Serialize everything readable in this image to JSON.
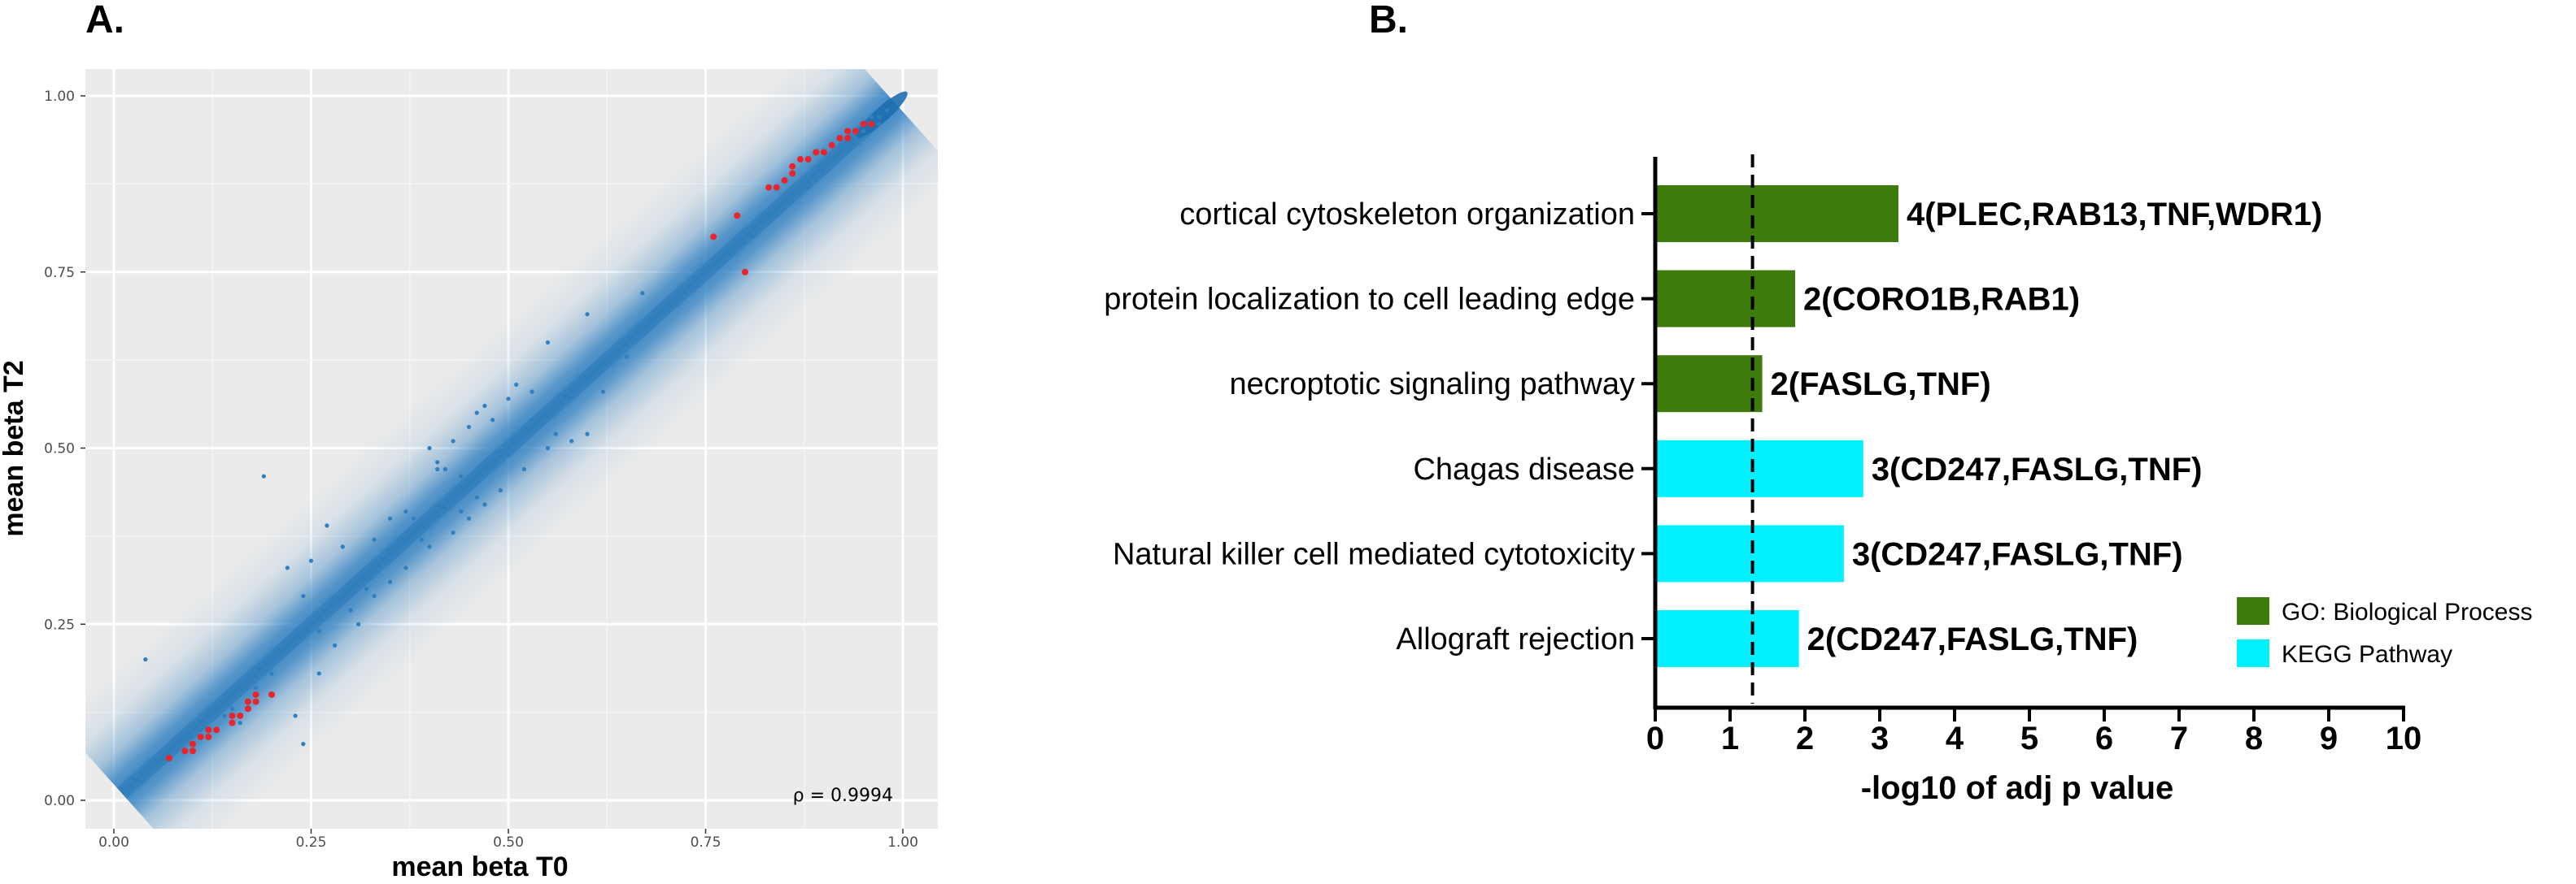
{
  "panel_a_label": "A.",
  "panel_b_label": "B.",
  "chart_data": [
    {
      "type": "scatter",
      "xlabel": "mean beta T0",
      "ylabel": "mean beta T2",
      "xlim": [
        0,
        1
      ],
      "ylim": [
        0,
        1
      ],
      "x_ticks": [
        "0.00",
        "0.25",
        "0.50",
        "0.75",
        "1.00"
      ],
      "y_ticks": [
        "0.00",
        "0.25",
        "0.50",
        "0.75",
        "1.00"
      ],
      "grid": true,
      "annotation": "ρ = 0.9994",
      "colors": {
        "density": "#2f7fc1",
        "points": "#2f7fc1",
        "highlight": "#e8252b",
        "background": "#ebebeb"
      },
      "series": [
        {
          "values": [
            [
              0.04,
              0.2
            ],
            [
              0.19,
              0.46
            ],
            [
              0.16,
              0.11
            ],
            [
              0.14,
              0.12
            ],
            [
              0.23,
              0.12
            ],
            [
              0.24,
              0.08
            ],
            [
              0.26,
              0.18
            ],
            [
              0.22,
              0.33
            ],
            [
              0.24,
              0.29
            ],
            [
              0.25,
              0.34
            ],
            [
              0.27,
              0.39
            ],
            [
              0.29,
              0.36
            ],
            [
              0.31,
              0.25
            ],
            [
              0.33,
              0.37
            ],
            [
              0.35,
              0.4
            ],
            [
              0.37,
              0.41
            ],
            [
              0.4,
              0.5
            ],
            [
              0.41,
              0.48
            ],
            [
              0.42,
              0.47
            ],
            [
              0.43,
              0.51
            ],
            [
              0.45,
              0.53
            ],
            [
              0.46,
              0.55
            ],
            [
              0.47,
              0.56
            ],
            [
              0.48,
              0.54
            ],
            [
              0.5,
              0.57
            ],
            [
              0.51,
              0.59
            ],
            [
              0.53,
              0.58
            ],
            [
              0.4,
              0.36
            ],
            [
              0.43,
              0.38
            ],
            [
              0.45,
              0.4
            ],
            [
              0.47,
              0.42
            ],
            [
              0.49,
              0.44
            ],
            [
              0.52,
              0.47
            ],
            [
              0.55,
              0.5
            ],
            [
              0.58,
              0.51
            ],
            [
              0.6,
              0.52
            ],
            [
              0.62,
              0.58
            ],
            [
              0.37,
              0.33
            ],
            [
              0.35,
              0.31
            ],
            [
              0.33,
              0.29
            ],
            [
              0.3,
              0.27
            ],
            [
              0.28,
              0.22
            ],
            [
              0.2,
              0.18
            ],
            [
              0.38,
              0.4
            ],
            [
              0.44,
              0.46
            ],
            [
              0.55,
              0.65
            ],
            [
              0.6,
              0.69
            ],
            [
              0.67,
              0.72
            ],
            [
              0.53,
              0.54
            ],
            [
              0.39,
              0.37
            ],
            [
              0.44,
              0.41
            ],
            [
              0.56,
              0.52
            ],
            [
              0.65,
              0.63
            ],
            [
              0.41,
              0.47
            ],
            [
              0.46,
              0.43
            ],
            [
              0.5,
              0.49
            ],
            [
              0.32,
              0.3
            ],
            [
              0.26,
              0.24
            ],
            [
              0.18,
              0.16
            ],
            [
              0.12,
              0.1
            ],
            [
              0.1,
              0.09
            ],
            [
              0.08,
              0.07
            ],
            [
              0.09,
              0.09
            ],
            [
              0.11,
              0.1
            ],
            [
              0.13,
              0.12
            ],
            [
              0.15,
              0.13
            ],
            [
              0.86,
              0.85
            ],
            [
              0.88,
              0.87
            ],
            [
              0.9,
              0.89
            ],
            [
              0.93,
              0.93
            ],
            [
              0.95,
              0.95
            ],
            [
              0.96,
              0.96
            ],
            [
              0.97,
              0.97
            ],
            [
              0.98,
              0.98
            ],
            [
              0.96,
              0.97
            ],
            [
              0.97,
              0.96
            ],
            [
              0.94,
              0.94
            ],
            [
              0.92,
              0.93
            ],
            [
              0.89,
              0.88
            ],
            [
              0.84,
              0.83
            ],
            [
              0.81,
              0.8
            ],
            [
              0.78,
              0.78
            ],
            [
              0.74,
              0.73
            ],
            [
              0.7,
              0.7
            ]
          ]
        },
        {
          "values": [
            [
              0.07,
              0.06
            ],
            [
              0.09,
              0.07
            ],
            [
              0.1,
              0.08
            ],
            [
              0.1,
              0.07
            ],
            [
              0.11,
              0.09
            ],
            [
              0.12,
              0.09
            ],
            [
              0.12,
              0.1
            ],
            [
              0.13,
              0.1
            ],
            [
              0.15,
              0.11
            ],
            [
              0.15,
              0.12
            ],
            [
              0.16,
              0.12
            ],
            [
              0.17,
              0.13
            ],
            [
              0.17,
              0.14
            ],
            [
              0.18,
              0.14
            ],
            [
              0.18,
              0.15
            ],
            [
              0.2,
              0.15
            ],
            [
              0.76,
              0.8
            ],
            [
              0.79,
              0.83
            ],
            [
              0.8,
              0.75
            ],
            [
              0.83,
              0.87
            ],
            [
              0.84,
              0.87
            ],
            [
              0.85,
              0.88
            ],
            [
              0.86,
              0.89
            ],
            [
              0.87,
              0.91
            ],
            [
              0.88,
              0.91
            ],
            [
              0.89,
              0.92
            ],
            [
              0.9,
              0.92
            ],
            [
              0.92,
              0.94
            ],
            [
              0.93,
              0.95
            ],
            [
              0.94,
              0.95
            ],
            [
              0.95,
              0.96
            ],
            [
              0.96,
              0.96
            ],
            [
              0.91,
              0.93
            ],
            [
              0.86,
              0.9
            ],
            [
              0.93,
              0.94
            ]
          ]
        }
      ]
    },
    {
      "type": "bar",
      "orientation": "horizontal",
      "xlabel": "-log10 of adj p value",
      "xlim": [
        0,
        10
      ],
      "x_ticks": [
        "0",
        "1",
        "2",
        "3",
        "4",
        "5",
        "6",
        "7",
        "8",
        "9",
        "10"
      ],
      "threshold": 1.3,
      "categories": [
        "cortical cytoskeleton organization",
        "protein localization to cell leading edge",
        "necroptotic signaling pathway",
        "Chagas disease",
        "Natural killer cell mediated cytotoxicity",
        "Allograft rejection"
      ],
      "values": [
        3.25,
        1.87,
        1.43,
        2.78,
        2.52,
        1.92
      ],
      "bar_labels": [
        "4(PLEC,RAB13,TNF,WDR1)",
        "2(CORO1B,RAB1)",
        "2(FASLG,TNF)",
        "3(CD247,FASLG,TNF)",
        "3(CD247,FASLG,TNF)",
        "2(CD247,FASLG,TNF)"
      ],
      "groups": [
        0,
        0,
        0,
        1,
        1,
        1
      ],
      "legend": [
        {
          "name": "GO: Biological Process",
          "color": "#3d7c0b"
        },
        {
          "name": "KEGG Pathway",
          "color": "#00f0ff"
        }
      ],
      "legend_position": "bottom-right"
    }
  ]
}
